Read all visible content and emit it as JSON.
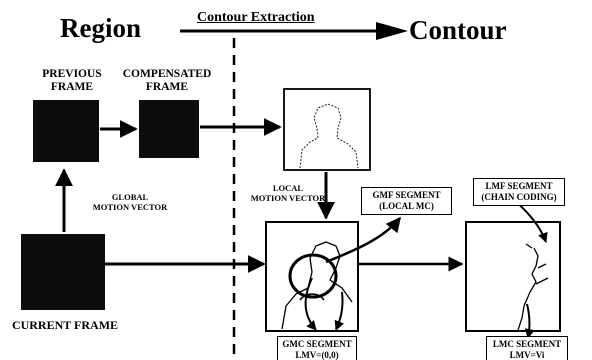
{
  "header": {
    "left": "Region",
    "middle": "Contour Extraction",
    "right": "Contour"
  },
  "frames": {
    "previous": [
      "PREVIOUS",
      "FRAME"
    ],
    "compensated": [
      "COMPENSATED",
      "FRAME"
    ],
    "current": "CURRENT FRAME"
  },
  "vectors": {
    "global": [
      "GLOBAL",
      "MOTION VECTOR"
    ],
    "local": [
      "LOCAL",
      "MOTION VECTOR"
    ]
  },
  "segments": {
    "gmf": [
      "GMF SEGMENT",
      "(LOCAL MC)"
    ],
    "lmf": [
      "LMF SEGMENT",
      "(CHAIN CODING)"
    ],
    "gmc": [
      "GMC SEGMENT",
      "LMV=(0,0)"
    ],
    "lmc": [
      "LMC SEGMENT",
      "LMV=Vi"
    ]
  }
}
